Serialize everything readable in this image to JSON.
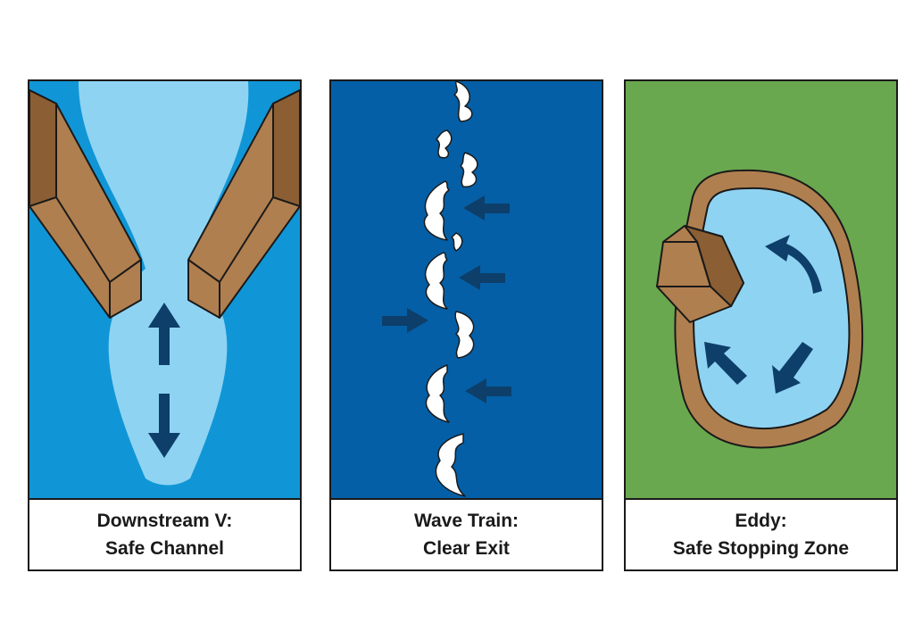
{
  "colors": {
    "water": "#1096d6",
    "channel": "#8fd3f2",
    "rock": "#b07f4f",
    "rock_dark": "#8b5e34",
    "deep_water": "#045fa6",
    "foam": "#ffffff",
    "grass": "#6aa84f",
    "arrow": "#0d3f6a"
  },
  "panels": [
    {
      "title": "Downstream V:",
      "subtitle": "Safe Channel",
      "icons": [
        "rock-icon",
        "up-arrow-icon",
        "down-arrow-icon"
      ]
    },
    {
      "title": "Wave Train:",
      "subtitle": "Clear Exit",
      "icons": [
        "wave-foam-icon",
        "left-arrow-icon",
        "right-arrow-icon"
      ]
    },
    {
      "title": "Eddy:",
      "subtitle": "Safe Stopping Zone",
      "icons": [
        "boulder-icon",
        "circular-arrow-icon"
      ]
    }
  ]
}
